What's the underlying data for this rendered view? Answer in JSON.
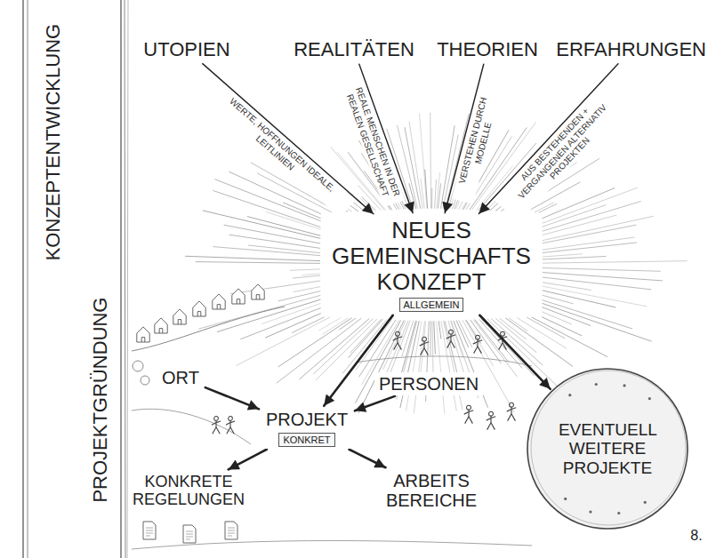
{
  "diagram": {
    "nodes": [
      {
        "text": [
          "UTOPIEN"
        ]
      },
      {
        "text": [
          "REALITÄTEN"
        ]
      },
      {
        "text": [
          "THEORIEN"
        ]
      },
      {
        "text": [
          "ERFAHRUNGEN"
        ]
      },
      {
        "text": [
          "NEUES GEMEINSCHAFTS KONZEPT",
          "ALLGEMEIN"
        ]
      },
      {
        "text": [
          "ORT"
        ]
      },
      {
        "text": [
          "PERSONEN"
        ]
      },
      {
        "text": [
          "PROJEKT",
          "KONKRET"
        ]
      },
      {
        "text": [
          "EVENTUELL WEITERE PROJEKTE"
        ]
      },
      {
        "text": [
          "KONKRETE REGELUNGEN"
        ]
      },
      {
        "text": [
          "ARBEITS BEREICHE"
        ]
      }
    ],
    "edges": [
      {
        "from": 0,
        "to": 4,
        "arrow": "to",
        "label": "WERTE, HOFFNUNGEN IDEALE, LEITLINIEN"
      },
      {
        "from": 1,
        "to": 4,
        "arrow": "to",
        "label": "REALE MENSCHEN IN DER REALEN GESELLSCHAFT"
      },
      {
        "from": 2,
        "to": 4,
        "arrow": "to",
        "label": "VERSTEHEN DURCH MODELLE"
      },
      {
        "from": 3,
        "to": 4,
        "arrow": "to",
        "label": "AUS BESTEHENDEN + VERGANGENEN ALTERNATIV PROJEKTEN"
      },
      {
        "from": 4,
        "to": 7,
        "arrow": "to"
      },
      {
        "from": 4,
        "to": 8,
        "arrow": "to"
      },
      {
        "from": 5,
        "to": 7,
        "arrow": "to"
      },
      {
        "from": 6,
        "to": 7,
        "arrow": "to"
      },
      {
        "from": 7,
        "to": 9,
        "arrow": "to"
      },
      {
        "from": 7,
        "to": 10,
        "arrow": "to"
      }
    ],
    "labels": [
      "KONZEPTENTWICKLUNG",
      "PROJEKTGRÜNDUNG",
      "8."
    ]
  }
}
